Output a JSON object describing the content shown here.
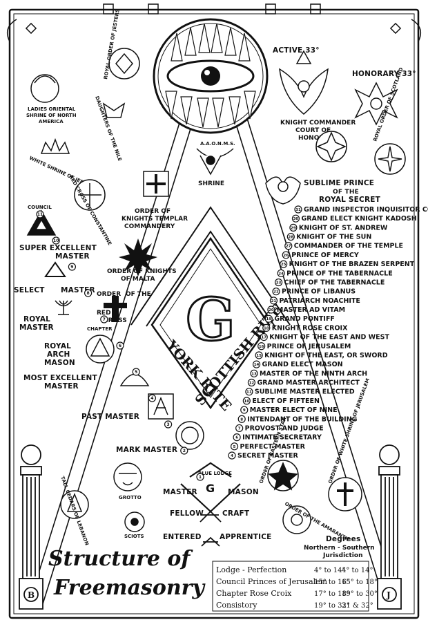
{
  "top": {
    "active": "ACTIVE 33°",
    "honorary": "HONORARY 33°"
  },
  "left_side": {
    "ladies_shrine": "LADIES ORIENTAL SHRINE OF NORTH AMERICA",
    "jesters": "ROYAL ORDER OF JESTERS",
    "daughters_nile": "DAUGHTERS OF THE NILE",
    "white_shrine": "WHITE SHRINE OF JERUSALEM",
    "red_cross_constantine": "RED CROSS OF CONSTANTINE",
    "knights_templar": "ORDER OF KNIGHTS TEMPLAR COMMANDERY",
    "knights_malta": "ORDER OF KNIGHTS OF MALTA",
    "red_cross_order": "ORDER OF THE RED CROSS",
    "council": "COUNCIL",
    "super_excellent": "SUPER EXCELLENT MASTER",
    "select_master": "SELECT MASTER",
    "royal_master": "ROYAL MASTER",
    "chapter": "CHAPTER",
    "royal_arch": "ROYAL ARCH MASON",
    "most_excellent": "MOST EXCELLENT MASTER",
    "past_master": "PAST MASTER",
    "mark_master": "MARK MASTER",
    "grotto": "GROTTO",
    "cedars": "TALL CEDARS OF LEBANON",
    "sciots": "SCIOTS"
  },
  "center": {
    "shrine": "SHRINE",
    "aaonms": "A.A.O.N.M.S.",
    "g_letter": "G",
    "york_rite": "YORK RITE",
    "scottish_rite": "SCOTTISH RITE",
    "blue_lodge": "BLUE LODGE",
    "master_mason": [
      "MASTER",
      "MASON"
    ],
    "fellow_craft": [
      "FELLOW",
      "CRAFT"
    ],
    "entered_apprentice": [
      "ENTERED",
      "APPRENTICE"
    ]
  },
  "right_side": {
    "kcch": "KNIGHT COMMANDER COURT OF HONOR",
    "royal_scotland": "ROYAL ORDER OF SCOTLAND",
    "sublime_prince": "SUBLIME PRINCE OF THE ROYAL SECRET",
    "eastern_star": "ORDER OF EASTERN STAR",
    "white_shrine_j": "ORDER OF WHITE SHRINE OF JERUSALEM",
    "amaranth": "ORDER OF THE AMARANTH"
  },
  "scottish_degrees": [
    {
      "num": "31",
      "label": "GRAND INSPECTOR INQUISITOR COMMANDER"
    },
    {
      "num": "30",
      "label": "GRAND ELECT KNIGHT KADOSH"
    },
    {
      "num": "29",
      "label": "KNIGHT OF ST. ANDREW"
    },
    {
      "num": "28",
      "label": "KNIGHT OF THE SUN"
    },
    {
      "num": "27",
      "label": "COMMANDER OF THE TEMPLE"
    },
    {
      "num": "26",
      "label": "PRINCE OF MERCY"
    },
    {
      "num": "25",
      "label": "KNIGHT OF THE BRAZEN SERPENT"
    },
    {
      "num": "24",
      "label": "PRINCE OF THE TABERNACLE"
    },
    {
      "num": "23",
      "label": "CHIEF OF THE TABERNACLE"
    },
    {
      "num": "22",
      "label": "PRINCE OF LIBANUS"
    },
    {
      "num": "21",
      "label": "PATRIARCH NOACHITE"
    },
    {
      "num": "20",
      "label": "MASTER AD VITAM"
    },
    {
      "num": "19",
      "label": "GRAND PONTIFF"
    },
    {
      "num": "18",
      "label": "KNIGHT ROSE CROIX"
    },
    {
      "num": "17",
      "label": "KNIGHT OF THE EAST AND WEST"
    },
    {
      "num": "16",
      "label": "PRINCE OF JERUSALEM"
    },
    {
      "num": "15",
      "label": "KNIGHT OF THE EAST, OR SWORD"
    },
    {
      "num": "14",
      "label": "GRAND ELECT MASON"
    },
    {
      "num": "13",
      "label": "MASTER OF THE NINTH ARCH"
    },
    {
      "num": "12",
      "label": "GRAND MASTER ARCHITECT"
    },
    {
      "num": "11",
      "label": "SUBLIME MASTER ELECTED"
    },
    {
      "num": "10",
      "label": "ELECT OF FIFTEEN"
    },
    {
      "num": "9",
      "label": "MASTER ELECT OF NINE"
    },
    {
      "num": "8",
      "label": "INTENDANT OF THE BUILDING"
    },
    {
      "num": "7",
      "label": "PROVOST AND JUDGE"
    },
    {
      "num": "6",
      "label": "INTIMATE SECRETARY"
    },
    {
      "num": "5",
      "label": "PERFECT MASTER"
    },
    {
      "num": "4",
      "label": "SECRET MASTER"
    }
  ],
  "york_numbers": [
    "1",
    "2",
    "3",
    "4",
    "5",
    "6",
    "7",
    "8",
    "9",
    "10",
    "11"
  ],
  "title": {
    "line1": "Structure of",
    "line2": "Freemasonry"
  },
  "degrees_header": {
    "line1": "Degrees",
    "line2": "Northern - Southern",
    "line3": "Jurisdiction"
  },
  "degrees_table": [
    {
      "name": "Lodge - Perfection",
      "north": "4° to 14°",
      "south": "4° to 14°"
    },
    {
      "name": "Council Princes of Jerusalem",
      "north": "15° to 16°",
      "south": "15° to 18°"
    },
    {
      "name": "Chapter Rose Croix",
      "north": "17° to 18°",
      "south": "19° to 30°"
    },
    {
      "name": "Consistory",
      "north": "19° to 32°",
      "south": "31 & 32°"
    }
  ],
  "pillars": {
    "left": "B",
    "right": "J"
  }
}
